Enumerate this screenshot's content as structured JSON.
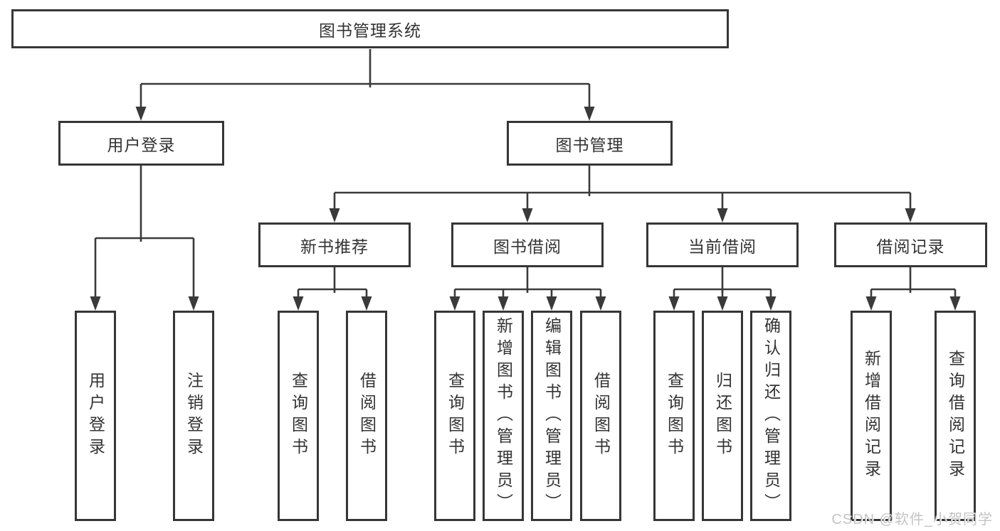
{
  "watermark": {
    "text": "CSDN @软件_小贺同学"
  },
  "diagram": {
    "root": {
      "label": "图书管理系统"
    },
    "branches": [
      {
        "label": "用户登录",
        "children": [
          {
            "label": "用户登录"
          },
          {
            "label": "注销登录"
          }
        ]
      },
      {
        "label": "图书管理",
        "children": [
          {
            "label": "新书推荐",
            "children": [
              {
                "label": "查询图书"
              },
              {
                "label": "借阅图书"
              }
            ]
          },
          {
            "label": "图书借阅",
            "children": [
              {
                "label": "查询图书"
              },
              {
                "label": "新增图书（管理员）"
              },
              {
                "label": "编辑图书（管理员）"
              },
              {
                "label": "借阅图书"
              }
            ]
          },
          {
            "label": "当前借阅",
            "children": [
              {
                "label": "查询图书"
              },
              {
                "label": "归还图书"
              },
              {
                "label": "确认归还（管理员）"
              }
            ]
          },
          {
            "label": "借阅记录",
            "children": [
              {
                "label": "新增借阅记录"
              },
              {
                "label": "查询借阅记录"
              }
            ]
          }
        ]
      }
    ]
  }
}
